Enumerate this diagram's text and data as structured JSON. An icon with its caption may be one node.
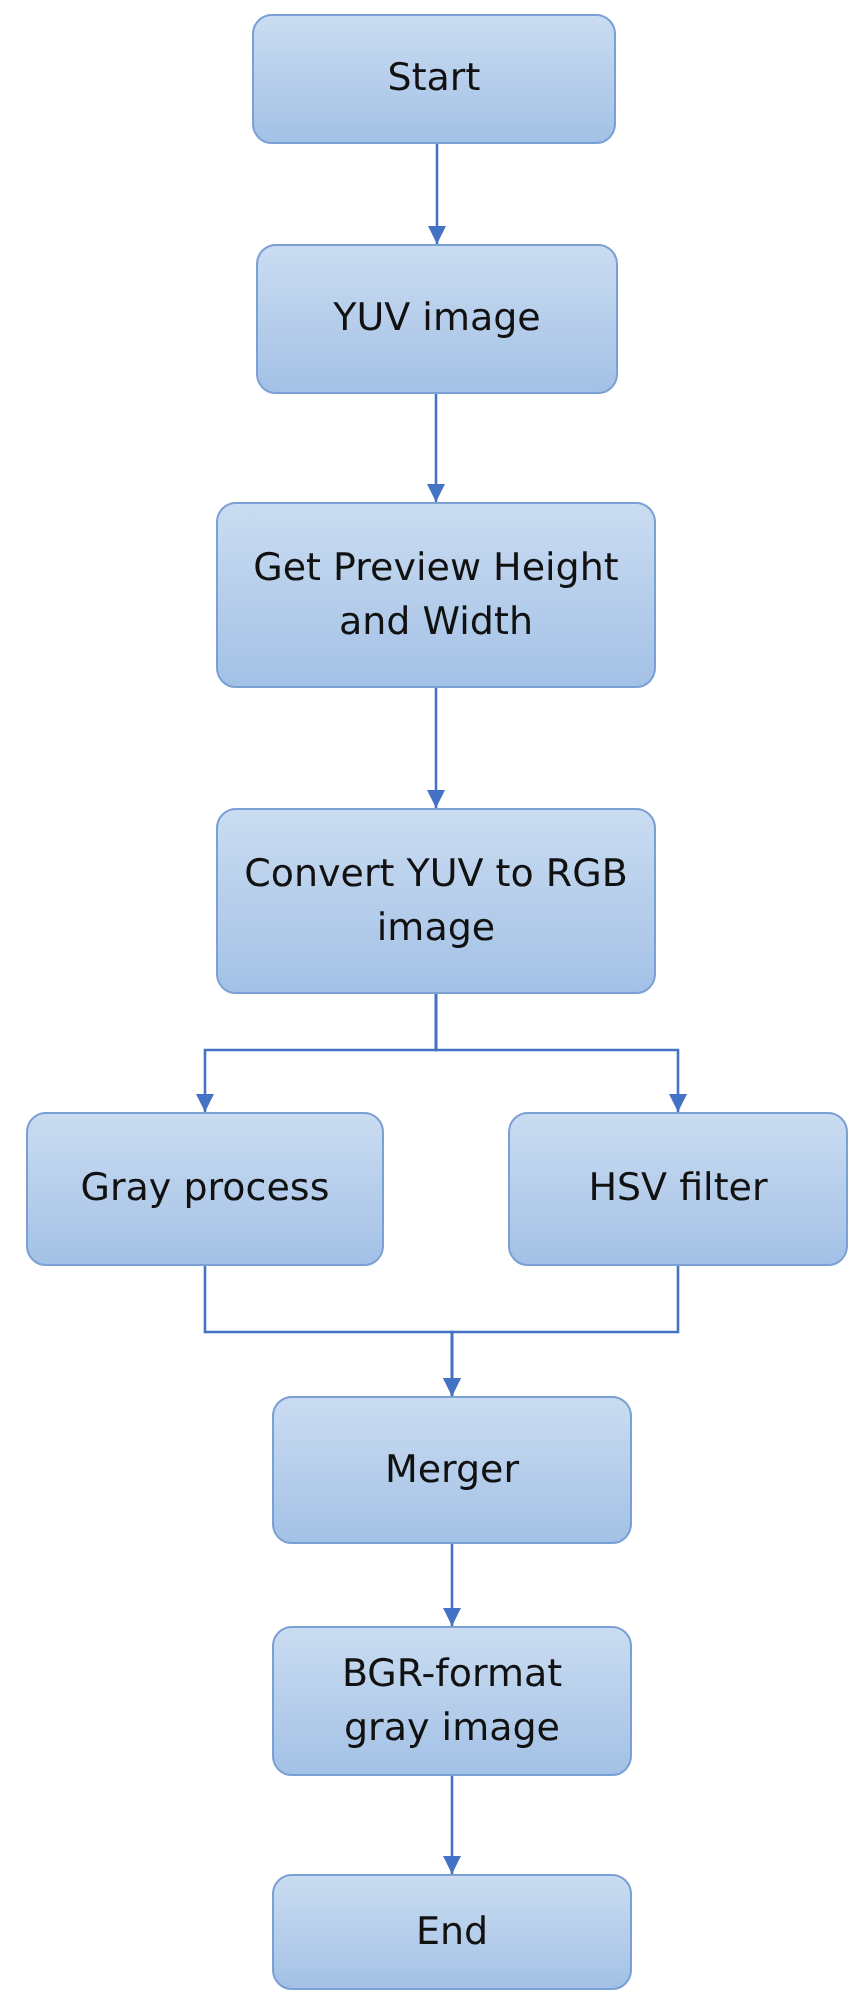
{
  "diagram": {
    "nodes": [
      {
        "text": [
          "Start"
        ]
      },
      {
        "text": [
          "YUV image"
        ]
      },
      {
        "text": [
          "Get Preview Height and Width"
        ]
      },
      {
        "text": [
          "Convert YUV to RGB image"
        ]
      },
      {
        "text": [
          "Gray process"
        ]
      },
      {
        "text": [
          "HSV filter"
        ]
      },
      {
        "text": [
          "Merger"
        ]
      },
      {
        "text": [
          "BGR-format gray image"
        ]
      },
      {
        "text": [
          "End"
        ]
      }
    ],
    "edges": [
      {
        "from": 0,
        "to": 1,
        "arrow": "to"
      },
      {
        "from": 1,
        "to": 2,
        "arrow": "to"
      },
      {
        "from": 2,
        "to": 3,
        "arrow": "to"
      },
      {
        "from": 3,
        "to": 4,
        "arrow": "to"
      },
      {
        "from": 3,
        "to": 5,
        "arrow": "to"
      },
      {
        "from": 4,
        "to": 6,
        "arrow": "to"
      },
      {
        "from": 5,
        "to": 6,
        "arrow": "to"
      },
      {
        "from": 6,
        "to": 7,
        "arrow": "to"
      },
      {
        "from": 7,
        "to": 8,
        "arrow": "to"
      }
    ]
  }
}
